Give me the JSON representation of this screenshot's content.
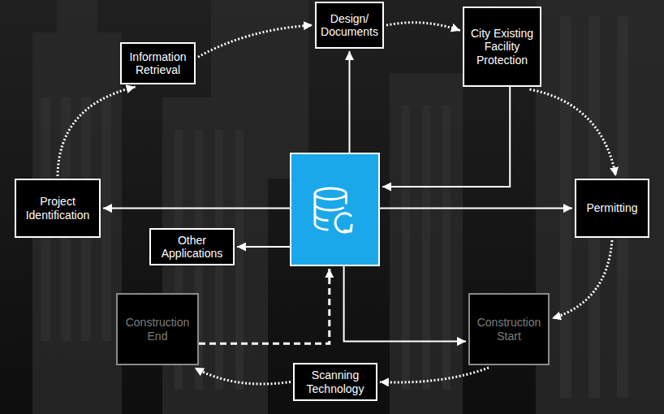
{
  "diagram": {
    "nodes": [
      {
        "text": [
          "Design/ Documents"
        ]
      },
      {
        "text": [
          "City Existing Facility Protection"
        ]
      },
      {
        "text": [
          "Information Retrieval"
        ]
      },
      {
        "text": []
      },
      {
        "text": [
          "Project Identification"
        ]
      },
      {
        "text": [
          "Permitting"
        ]
      },
      {
        "text": [
          "Other Applications"
        ]
      },
      {
        "text": [
          "Construction End"
        ]
      },
      {
        "text": [
          "Construction Start"
        ]
      },
      {
        "text": [
          "Scanning Technology"
        ]
      }
    ],
    "edges": [
      {
        "from": 4,
        "to": 2,
        "arrow": "to"
      },
      {
        "from": 2,
        "to": 0,
        "arrow": "to"
      },
      {
        "from": 0,
        "to": 1,
        "arrow": "to"
      },
      {
        "from": 1,
        "to": 5,
        "arrow": "to"
      },
      {
        "from": 5,
        "to": 8,
        "arrow": "to"
      },
      {
        "from": 8,
        "to": 9,
        "arrow": "to"
      },
      {
        "from": 9,
        "to": 7,
        "arrow": "to"
      },
      {
        "from": 3,
        "to": 0,
        "arrow": "to"
      },
      {
        "from": 1,
        "to": 3,
        "arrow": "to"
      },
      {
        "from": 3,
        "to": 4,
        "arrow": "to"
      },
      {
        "from": 3,
        "to": 5,
        "arrow": "to"
      },
      {
        "from": 3,
        "to": 6,
        "arrow": "to"
      },
      {
        "from": 3,
        "to": 8,
        "arrow": "to"
      },
      {
        "from": 7,
        "to": 3,
        "arrow": "to"
      }
    ]
  }
}
